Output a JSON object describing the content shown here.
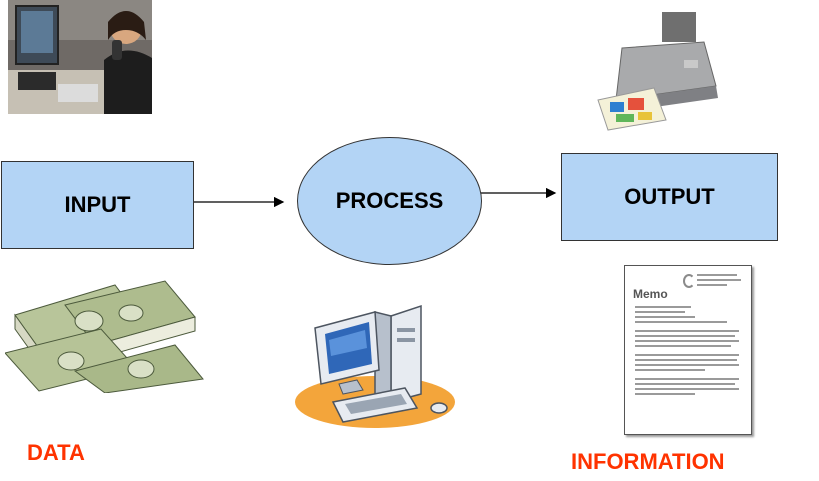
{
  "boxes": {
    "input": "INPUT",
    "process": "PROCESS",
    "output": "OUTPUT"
  },
  "labels": {
    "data": "DATA",
    "information": "INFORMATION"
  },
  "memo": {
    "title": "Memo"
  },
  "colors": {
    "box_fill": "#b3d4f5",
    "label_red": "#ff3300"
  },
  "icons": {
    "top_left": "office-worker-photo",
    "top_right": "printer-illustration",
    "bottom_left": "cash-stack-image",
    "bottom_center": "computer-clipart",
    "bottom_right": "memo-document"
  }
}
